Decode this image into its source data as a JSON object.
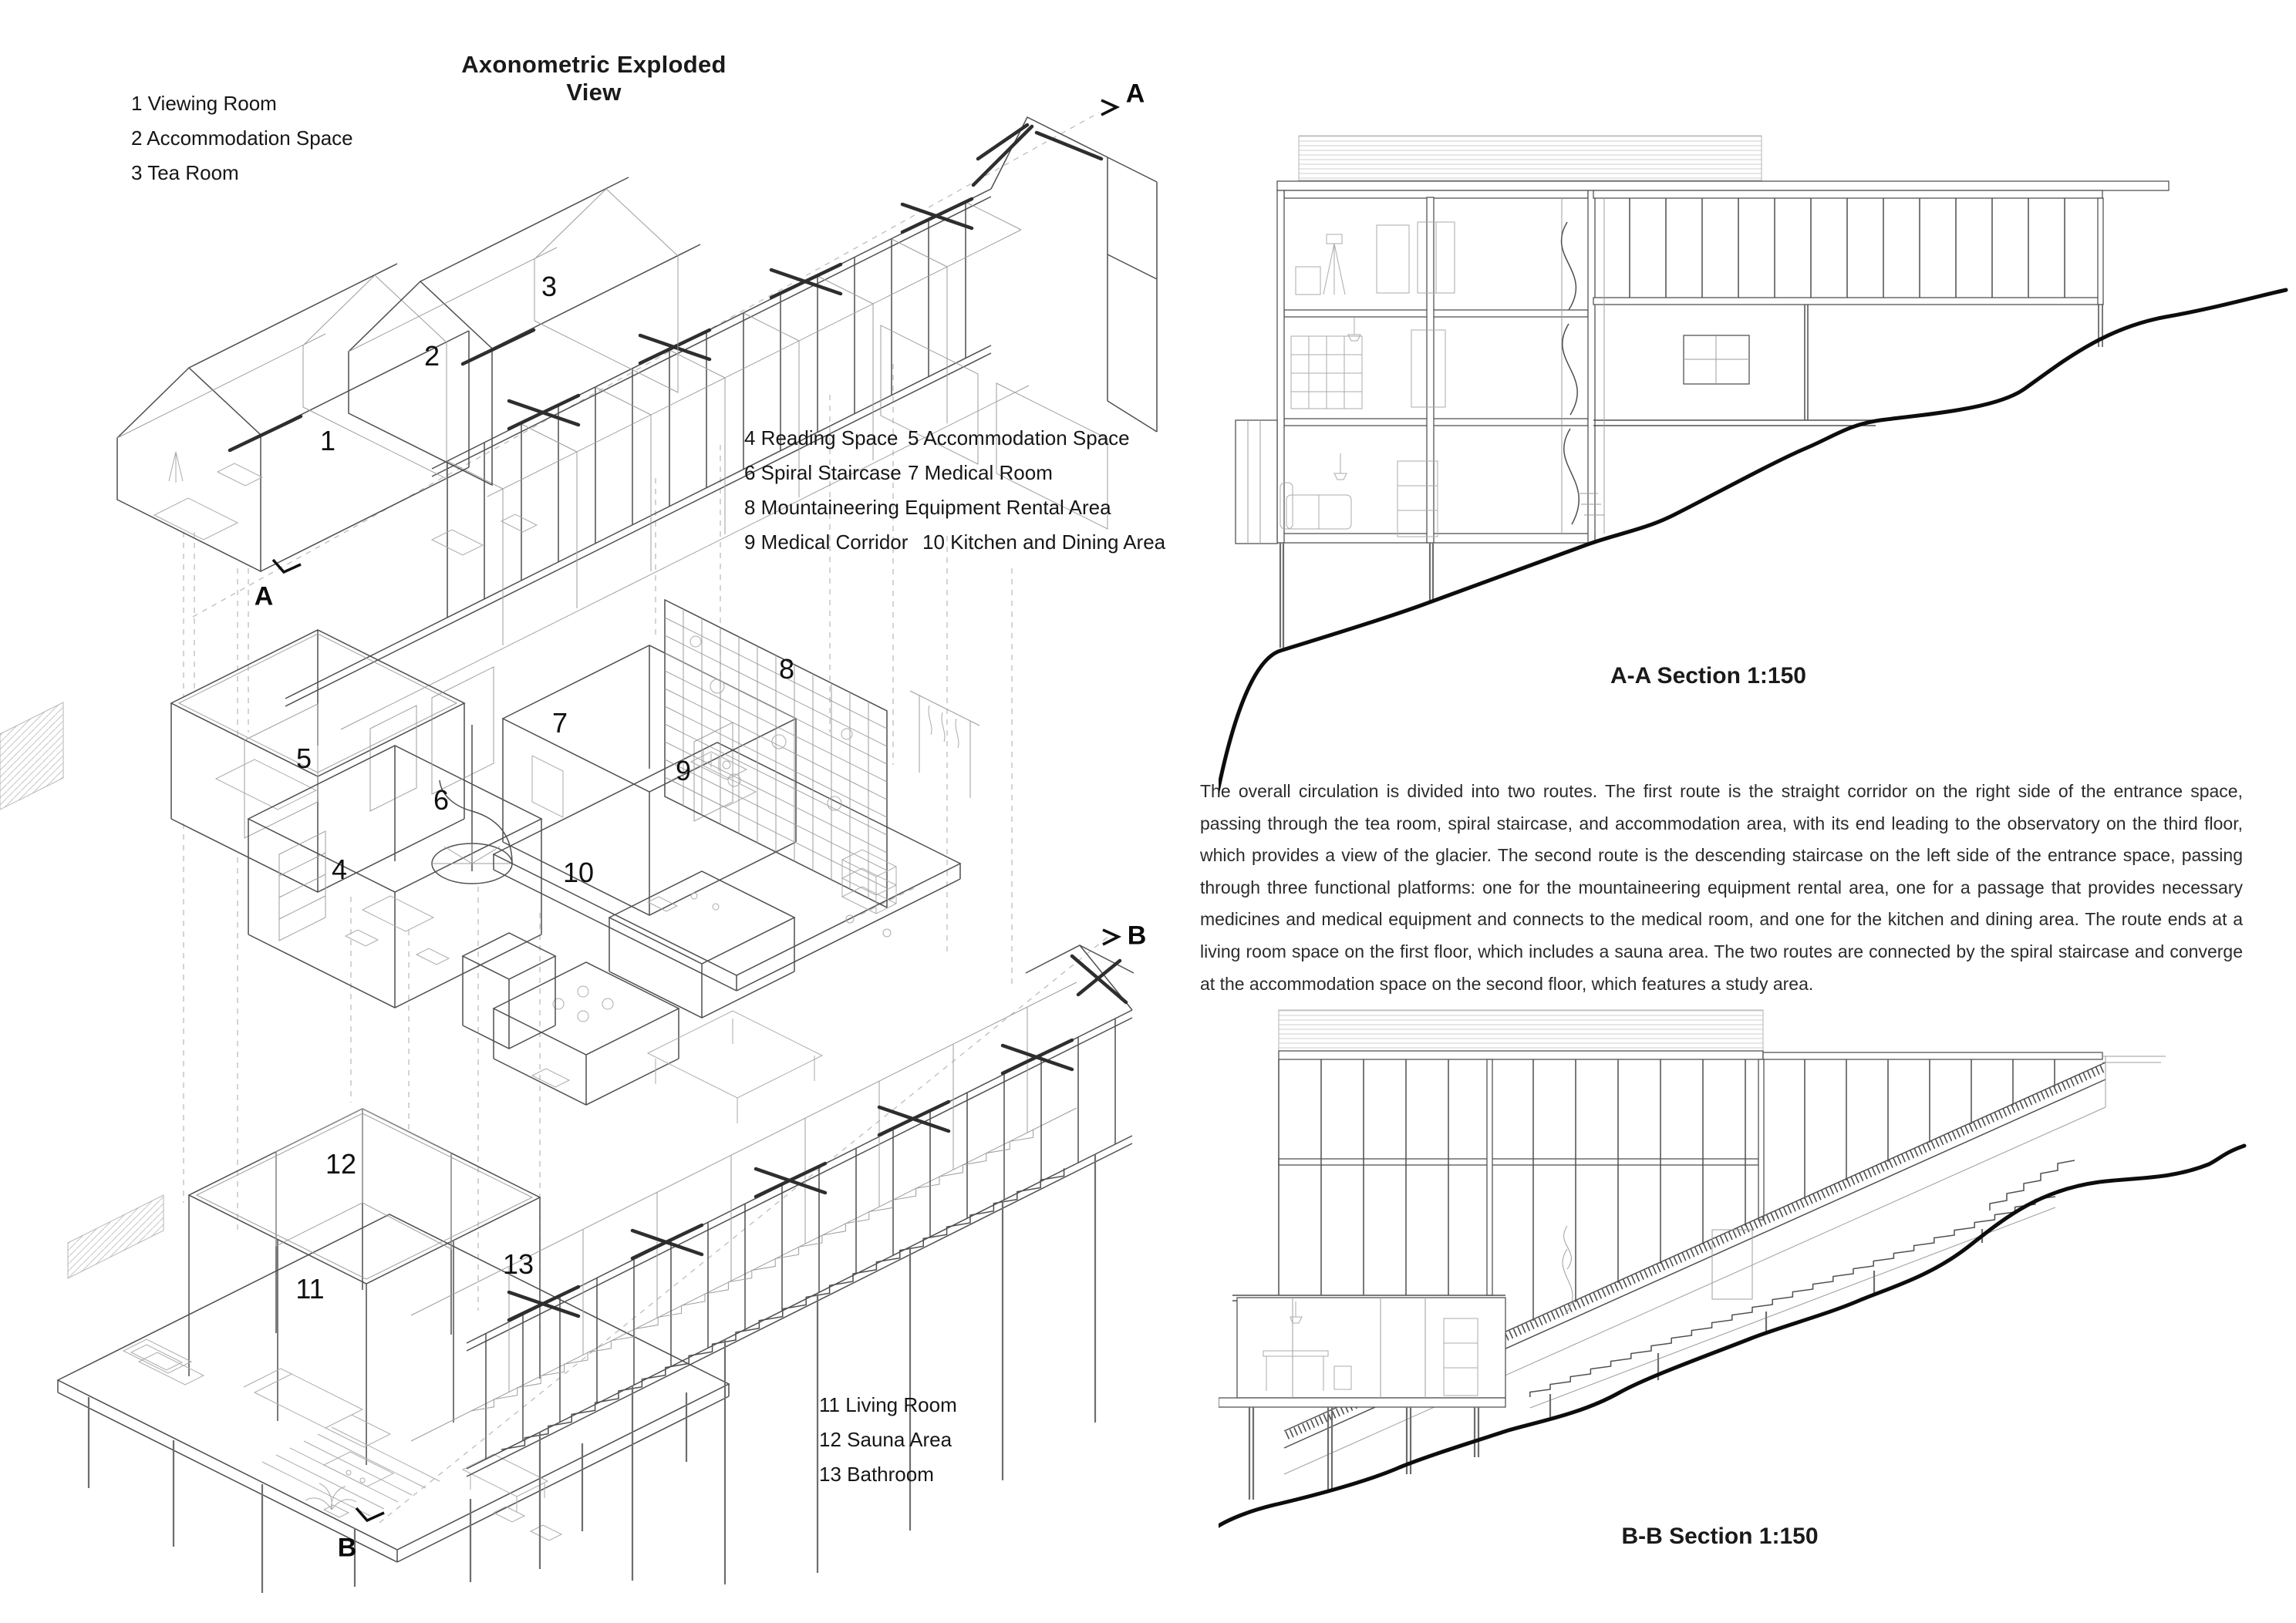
{
  "axon": {
    "title": "Axonometric Exploded View",
    "legend1": [
      "1 Viewing Room",
      "2 Accommodation Space",
      "3 Tea Room"
    ],
    "legend2": [
      [
        "4 Reading Space",
        "5 Accommodation Space"
      ],
      [
        "6 Spiral Staircase",
        "7 Medical Room"
      ],
      [
        "8 Mountaineering Equipment Rental Area"
      ],
      [
        "9 Medical Corridor",
        "10 Kitchen and Dining Area"
      ]
    ],
    "legend3": [
      "11 Living Room",
      "12 Sauna Area",
      "13 Bathroom"
    ],
    "callouts": {
      "c1": "1",
      "c2": "2",
      "c3": "3",
      "c4": "4",
      "c5": "5",
      "c6": "6",
      "c7": "7",
      "c8": "8",
      "c9": "9",
      "c10": "10",
      "c11": "11",
      "c12": "12",
      "c13": "13"
    },
    "markers": {
      "a": "A",
      "b": "B"
    }
  },
  "sections": {
    "aa": "A-A Section 1:150",
    "bb": "B-B Section 1:150"
  },
  "description": "The overall circulation is divided into two routes. The first route is the straight corridor on the right side of the entrance space, passing through the tea room, spiral staircase, and accommodation area, with its end leading to the observatory on the third floor, which provides a view of the glacier. The second route is the descending staircase on the left side of the entrance space, passing through three functional platforms: one for the mountaineering equipment rental area, one for a passage that provides necessary medicines and medical equipment and connects to the medical room, and one for the kitchen and dining area. The route ends at a living room space on the first floor, which includes a sauna area. The two routes are connected by the spiral staircase and converge at the accommodation space on the second floor, which features a study area.",
  "colors": {
    "ink": "#1a1a1a",
    "line": "#4f4f4f",
    "terrain": "#0d0d0d"
  }
}
